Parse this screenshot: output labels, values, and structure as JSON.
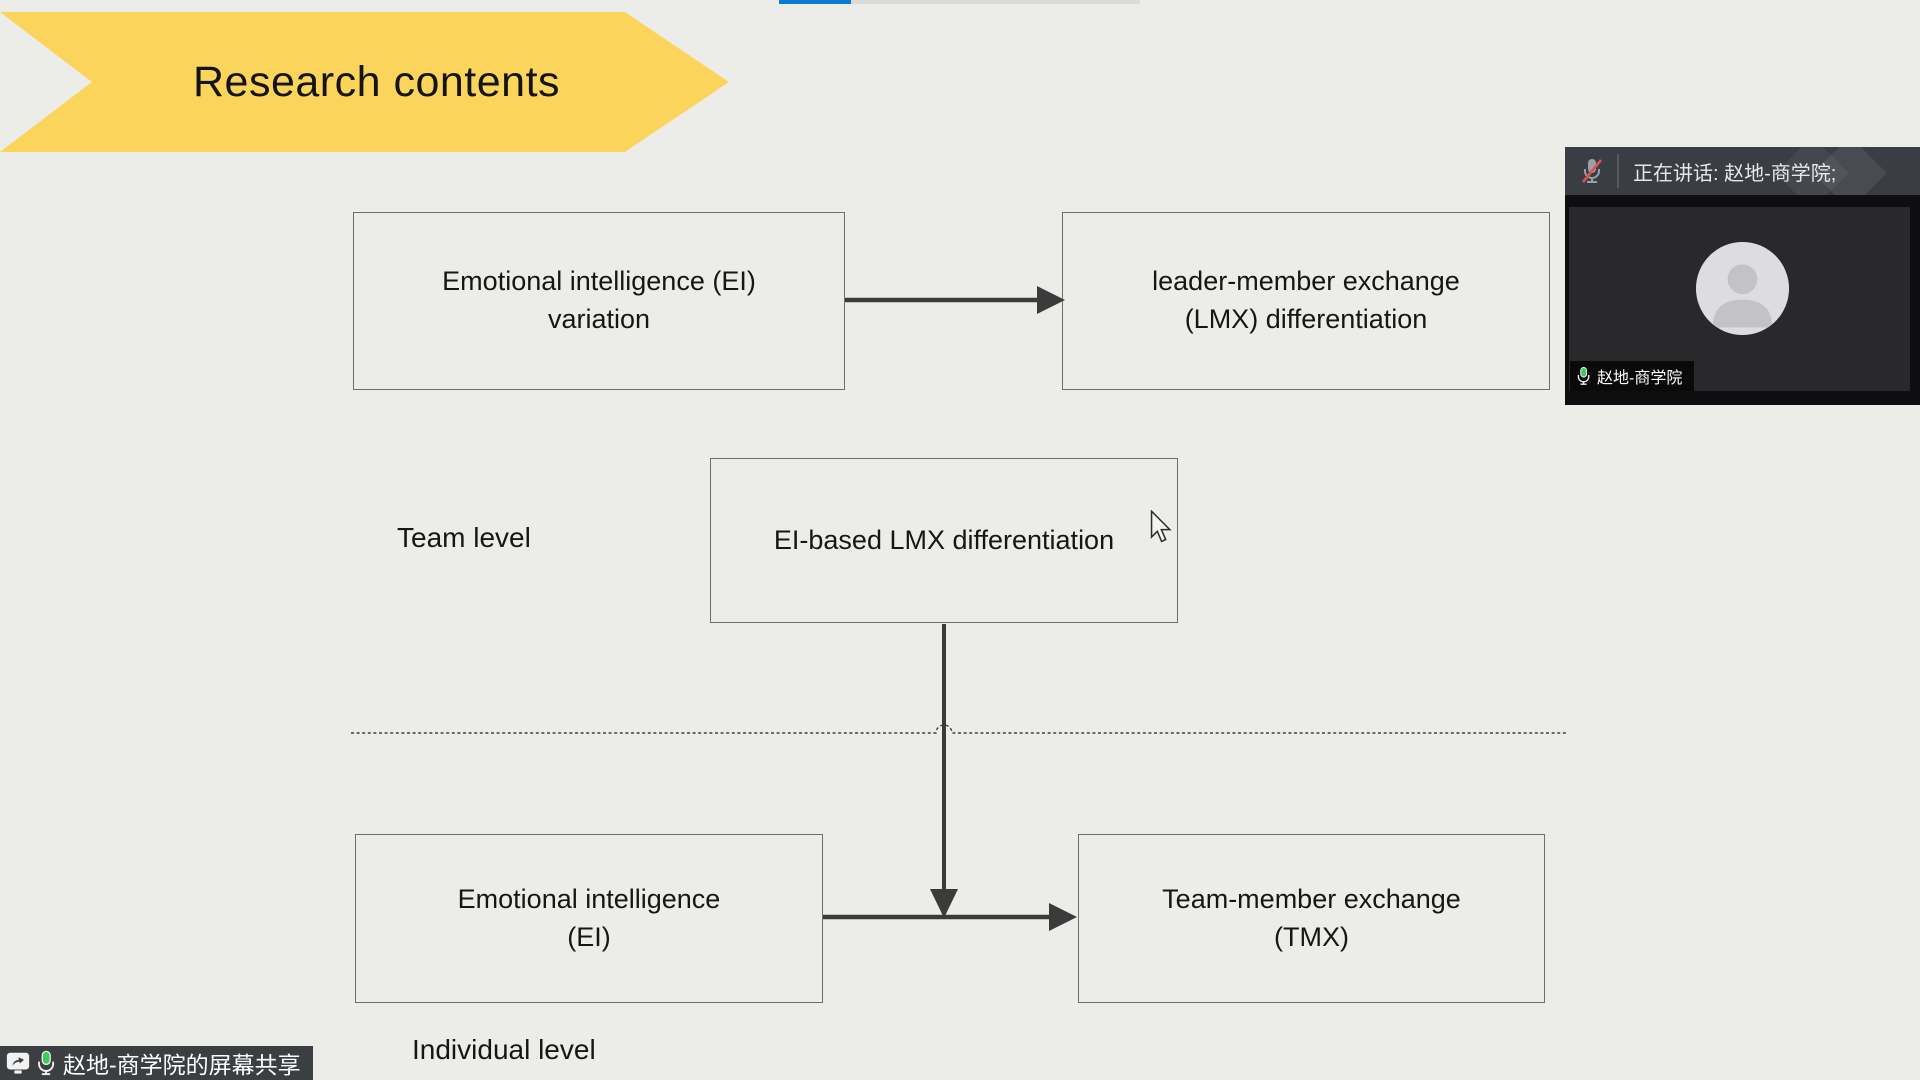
{
  "slide": {
    "title": "Research contents",
    "team_level_label": "Team level",
    "individual_level_label": "Individual level",
    "boxes": {
      "ei_variation": {
        "line1": "Emotional intelligence (EI)",
        "line2": "variation"
      },
      "lmx_diff": {
        "line1": "leader-member exchange",
        "line2": "(LMX) differentiation"
      },
      "ei_based_lmx": {
        "line1": "EI-based LMX differentiation",
        "line2": ""
      },
      "ei": {
        "line1": "Emotional intelligence",
        "line2": "(EI)"
      },
      "tmx": {
        "line1": "Team-member exchange",
        "line2": "(TMX)"
      }
    }
  },
  "meeting": {
    "speaking_banner": "正在讲话: 赵地-商学院;",
    "participant_name": "赵地-商学院",
    "screen_share_label": "赵地-商学院的屏幕共享"
  },
  "icons": {
    "header_mic": "muted-microphone-icon",
    "nametag_mic": "active-microphone-icon",
    "share_icon": "screen-share-icon",
    "avatar": "avatar-placeholder",
    "watermark": "meeting-logo-watermark",
    "cursor": "mouse-cursor"
  },
  "colors": {
    "banner_yellow": "#FBD45C",
    "slide_background": "#ECEDE8",
    "box_border": "#6E6E6E",
    "arrow_dark": "#3B3B3B",
    "panel_header_bg": "#3A3D43",
    "video_tile_bg": "#29292B",
    "mic_green": "#3EC95F",
    "mute_red": "#D9544D",
    "progress_blue": "#0B7AD1",
    "progress_gray": "#DBDBD9",
    "nametag_bg": "#0A0A0A",
    "share_bar_bg": "#3C3F42"
  }
}
